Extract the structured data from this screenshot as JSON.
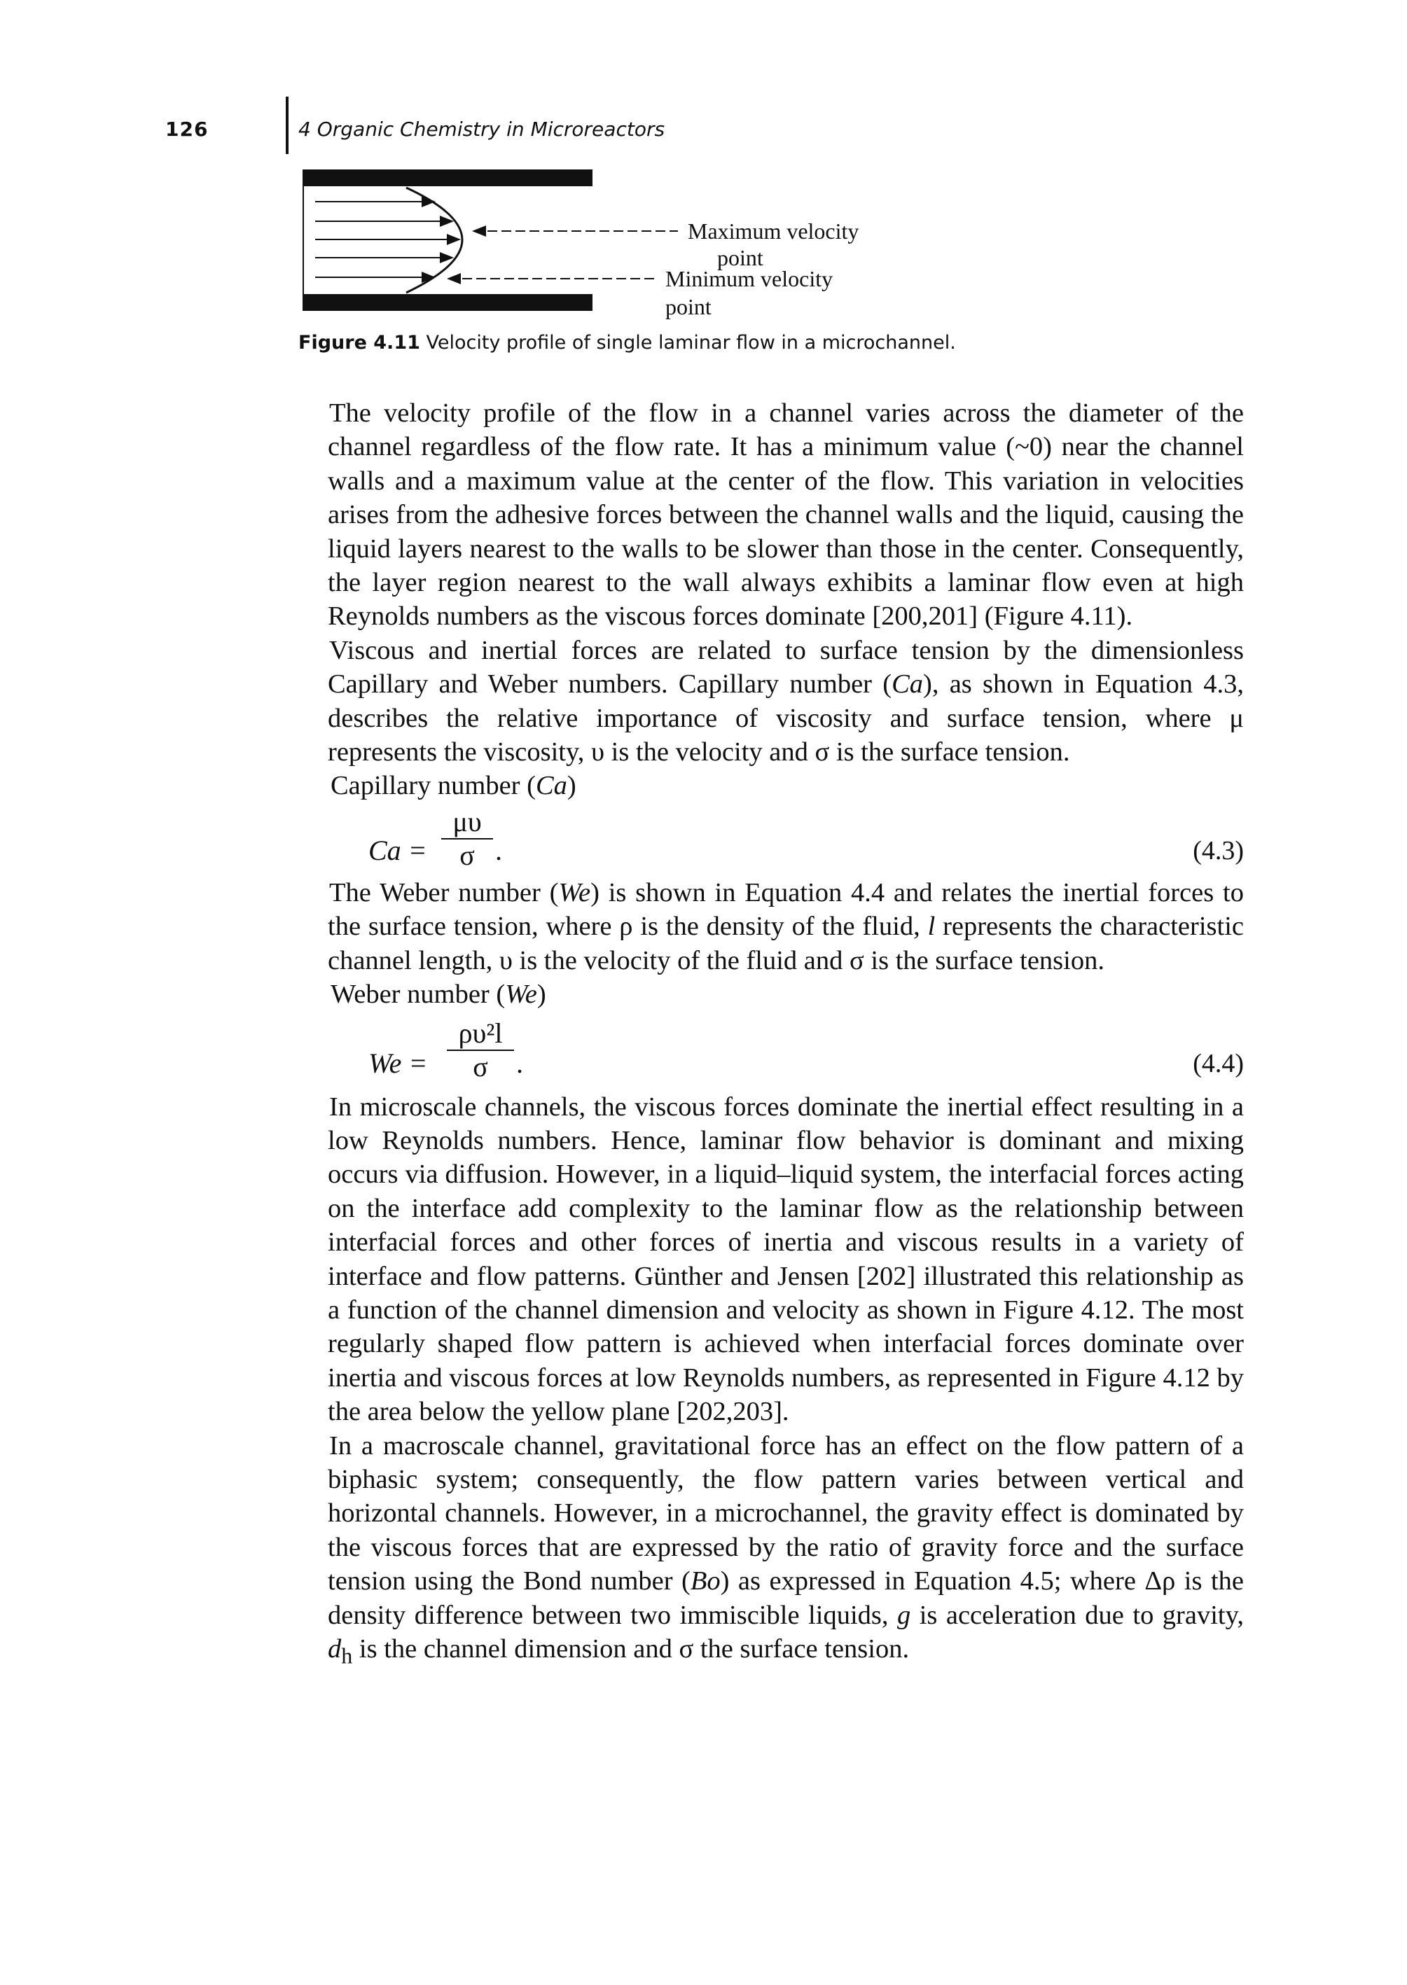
{
  "header": {
    "page_number": "126",
    "running_head": "4 Organic Chemistry in Microreactors"
  },
  "figure": {
    "label_max": "Maximum velocity point",
    "label_max_line1": "Maximum velocity",
    "label_max_line2": "point",
    "label_min_line1": "Minimum velocity",
    "label_min_line2": "point",
    "caption_label": "Figure 4.11",
    "caption_text": "Velocity profile of single laminar flow in a microchannel."
  },
  "body": {
    "p1": "The velocity profile of the flow in a channel varies across the diameter of the channel regardless of the flow rate. It has a minimum value (~0) near the channel walls and a maximum value at the center of the flow. This variation in velocities arises from the adhesive forces between the channel walls and the liquid, causing the liquid layers nearest to the walls to be slower than those in the center. Consequently, the layer region nearest to the wall always exhibits a laminar flow even at high Reynolds numbers as the viscous forces dominate [200,201] (Figure 4.11).",
    "p2_a": "Viscous and inertial forces are related to surface tension by the dimensionless Capillary and Weber numbers. Capillary number (",
    "p2_ca1": "Ca",
    "p2_b": "), as shown in Equation 4.3, describes the relative importance of viscosity and surface tension, where μ represents the viscosity, υ is the velocity and σ is the surface tension.",
    "cap_label_a": "Capillary number (",
    "cap_label_ca": "Ca",
    "cap_label_b": ")",
    "eq1_lhs": "Ca =",
    "eq1_num": "μυ",
    "eq1_den": "σ",
    "eq1_dot": ".",
    "eq1_number": "(4.3)",
    "p3_a": "The Weber number (",
    "p3_we": "We",
    "p3_b": ") is shown in Equation 4.4 and relates the inertial forces to the surface tension, where ρ is the density of the fluid, ",
    "p3_l": "l",
    "p3_c": " represents the characteristic channel length, υ is the velocity of the fluid and σ is the surface tension.",
    "web_label_a": "Weber number (",
    "web_label_we": "We",
    "web_label_b": ")",
    "eq2_lhs": "We =",
    "eq2_num": "ρυ²l",
    "eq2_den": "σ",
    "eq2_dot": ".",
    "eq2_number": "(4.4)",
    "p4": "In microscale channels, the viscous forces dominate the inertial effect resulting in a low Reynolds numbers. Hence, laminar flow behavior is dominant and mixing occurs via diffusion. However, in a liquid–liquid system, the interfacial forces acting on the interface add complexity to the laminar flow as the relationship between interfacial forces and other forces of inertia and viscous results in a variety of interface and flow patterns. Günther and Jensen [202] illustrated this relationship as a function of the channel dimension and velocity as shown in Figure 4.12. The most regularly shaped flow pattern is achieved when interfacial forces dominate over inertia and viscous forces at low Reynolds numbers, as represented in Figure 4.12 by the area below the yellow plane [202,203].",
    "p5_a": "In a macroscale channel, gravitational force has an effect on the flow pattern of a biphasic system; consequently, the flow pattern varies between vertical and horizontal channels. However, in a microchannel, the gravity effect is dominated by the viscous forces that are expressed by the ratio of gravity force and the surface tension using the Bond number (",
    "p5_bo": "Bo",
    "p5_b": ") as expressed in Equation 4.5; where Δρ is the density difference between two immiscible liquids, ",
    "p5_g": "g",
    "p5_c": " is acceleration due to gravity, ",
    "p5_dh": "d",
    "p5_h": "h",
    "p5_d": " is the channel dimension and σ the surface tension."
  }
}
